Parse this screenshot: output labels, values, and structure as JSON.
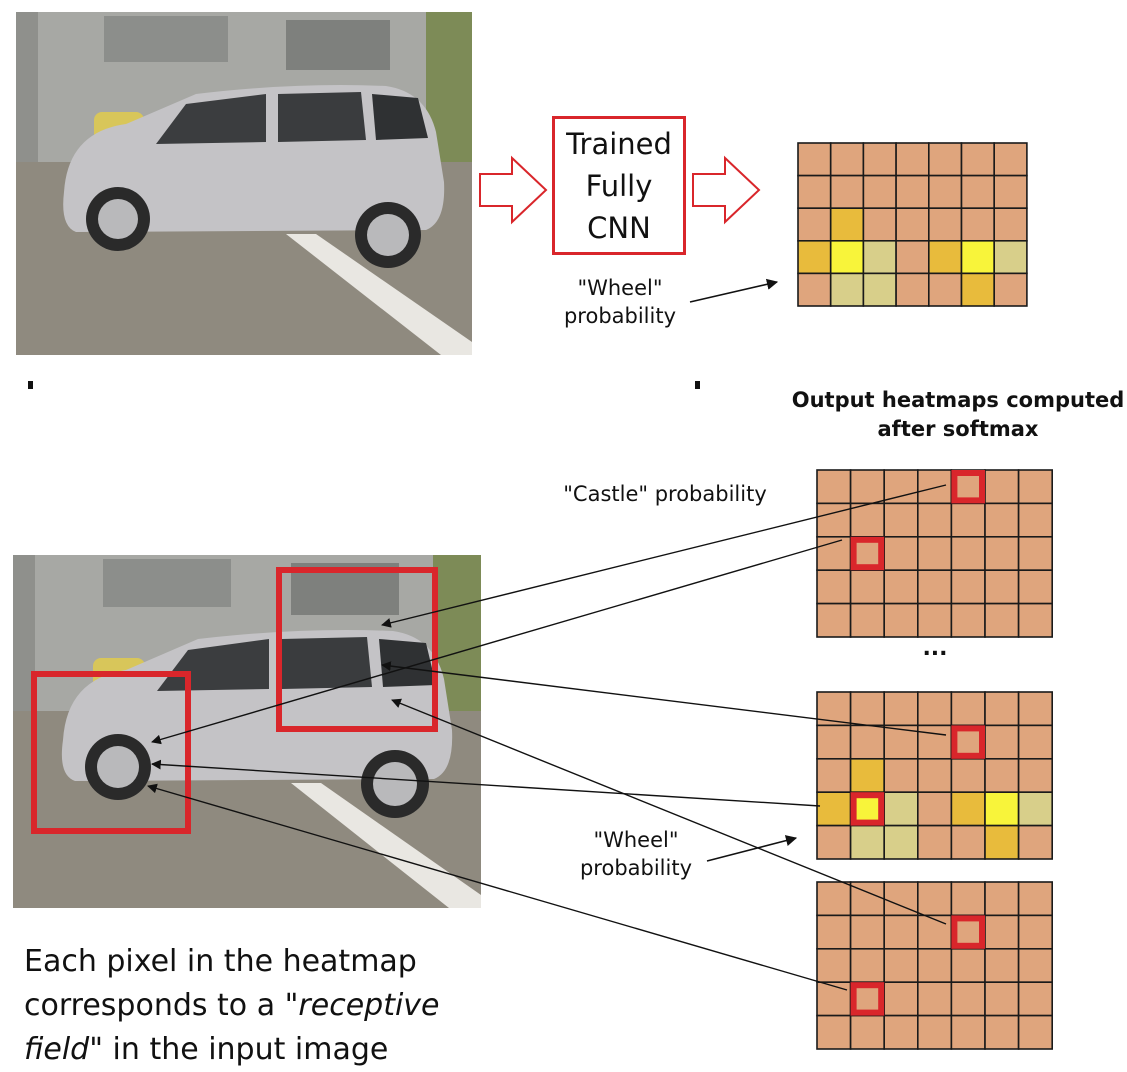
{
  "pipeline": {
    "cnn_label": "Trained\nFully\nCNN",
    "wheel_label_top": "\"Wheel\"\nprobability"
  },
  "heatmaps": {
    "title": "Output heatmaps computed\nafter softmax",
    "castle_label": "\"Castle\" probability",
    "wheel_label": "\"Wheel\"\nprobability",
    "ellipsis": "..."
  },
  "caption": {
    "line1": "Each pixel in the heatmap",
    "line2_pre": "corresponds to a \"",
    "line2_em": "receptive",
    "line3_em": "field",
    "line3_post": "\" in the input image"
  },
  "colors": {
    "grid_fill": "#dfa57d",
    "grid_line": "#1a1a1a",
    "highlight": "#d9262b",
    "medium_orange": "#e8bb3c",
    "bright_yellow": "#f8f43a",
    "pale_yellow": "#d8cf8a"
  },
  "wheel_heatmap": {
    "rows": 5,
    "cols": 7,
    "cells": [
      [
        0,
        0,
        0,
        0,
        0,
        0,
        0
      ],
      [
        0,
        0,
        0,
        0,
        0,
        0,
        0
      ],
      [
        0,
        1,
        0,
        0,
        0,
        0,
        0
      ],
      [
        1,
        2,
        3,
        0,
        1,
        2,
        3
      ],
      [
        0,
        3,
        3,
        0,
        0,
        1,
        0
      ]
    ]
  }
}
